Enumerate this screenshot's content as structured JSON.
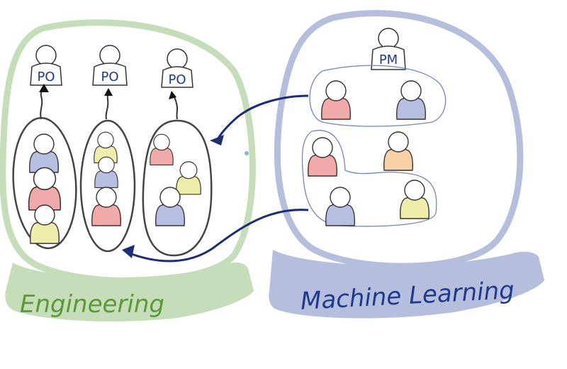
{
  "colors": {
    "engineering": "#c5ddb8",
    "engineering_text": "#5a9a35",
    "ml": "#b5bfdd",
    "ml_text": "#1f3a8c",
    "ink": "#333333",
    "arrow": "#1b2c78",
    "head": "#ffffff",
    "body_blue": "#b7bfe0",
    "body_red": "#f2a9a9",
    "body_yellow": "#eeeeaa",
    "body_orange": "#f8d2a6"
  },
  "engineering": {
    "banner_label": "Engineering",
    "product_owners": [
      {
        "label": "PO"
      },
      {
        "label": "PO"
      },
      {
        "label": "PO"
      }
    ],
    "teams": [
      {
        "members": [
          "body_blue",
          "body_red",
          "body_yellow"
        ]
      },
      {
        "members": [
          "body_yellow",
          "body_blue",
          "body_red"
        ]
      },
      {
        "members": [
          "body_red",
          "body_yellow",
          "body_blue"
        ]
      }
    ]
  },
  "machine_learning": {
    "banner_label": "Machine Learning",
    "product_manager": {
      "label": "PM"
    },
    "groups": [
      {
        "members": [
          "body_red",
          "body_blue"
        ]
      },
      {
        "members": [
          "body_red",
          "body_blue",
          "body_yellow"
        ]
      }
    ],
    "standalone": [
      "body_orange"
    ]
  }
}
